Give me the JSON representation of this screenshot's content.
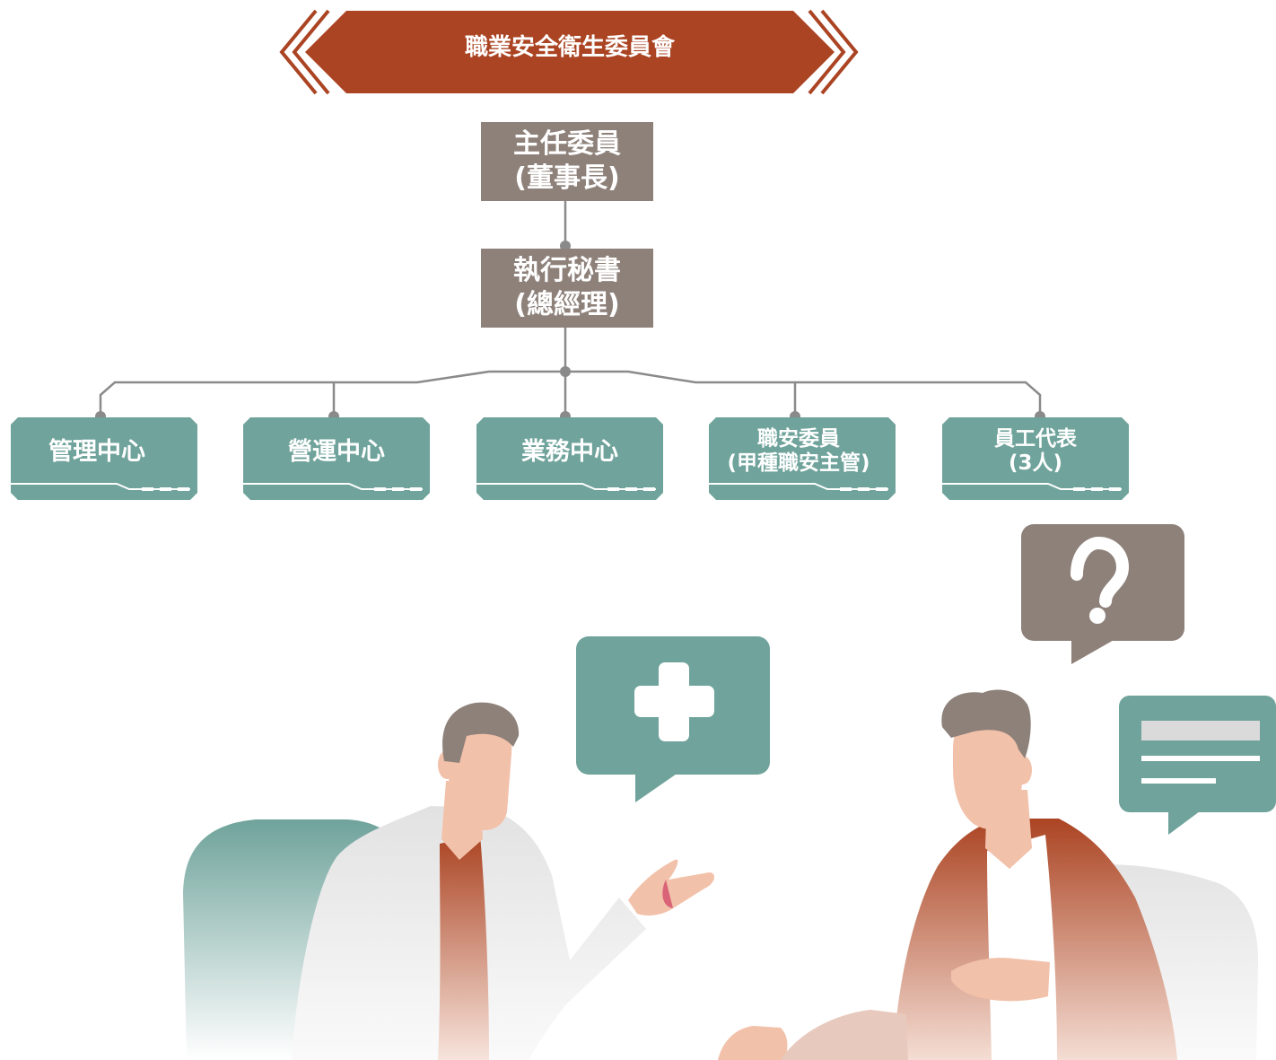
{
  "title": "職業安全衛生委員會",
  "chairman": {
    "line1": "主任委員",
    "line2": "(董事長)"
  },
  "secretary": {
    "line1": "執行秘書",
    "line2": "(總經理)"
  },
  "departments": [
    {
      "line1": "管理中心",
      "line2": ""
    },
    {
      "line1": "營運中心",
      "line2": ""
    },
    {
      "line1": "業務中心",
      "line2": ""
    },
    {
      "line1": "職安委員",
      "line2": "(甲種職安主管)"
    },
    {
      "line1": "員工代表",
      "line2": "(3人)"
    }
  ],
  "colors": {
    "title_banner": "#AB4423",
    "gray_box": "#8E817A",
    "teal_box": "#6FA39B",
    "connector": "#8A8A8A",
    "skin": "#F2C1AA",
    "hair": "#8E817A"
  },
  "icons": [
    "medical-cross-icon",
    "question-mark-icon",
    "text-lines-icon"
  ]
}
